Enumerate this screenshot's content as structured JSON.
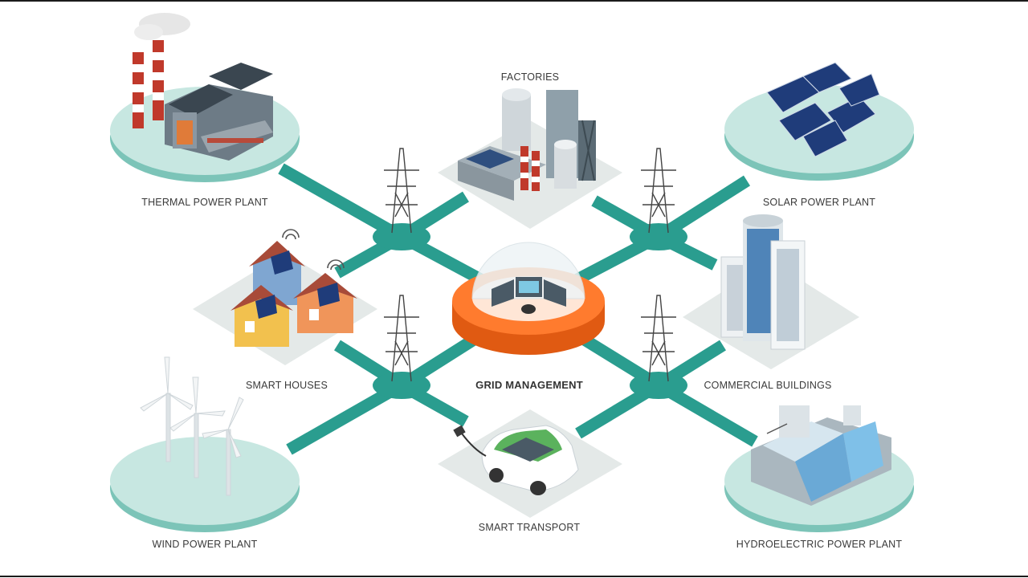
{
  "diagram": {
    "colors": {
      "line": "#2a9d8f",
      "platform": "#b9e0da",
      "platform_edge": "#7cc4b8",
      "hub": "#ff7b2e",
      "hub_dark": "#e05a12",
      "tile": "#e6ebea"
    },
    "labels": {
      "center": "GRID MANAGEMENT",
      "thermal": "THERMAL POWER PLANT",
      "factories": "FACTORIES",
      "solar": "SOLAR POWER PLANT",
      "smart_houses": "SMART HOUSES",
      "commercial": "COMMERCIAL BUILDINGS",
      "wind": "WIND POWER PLANT",
      "transport": "SMART TRANSPORT",
      "hydro": "HYDROELECTRIC POWER PLANT"
    }
  }
}
